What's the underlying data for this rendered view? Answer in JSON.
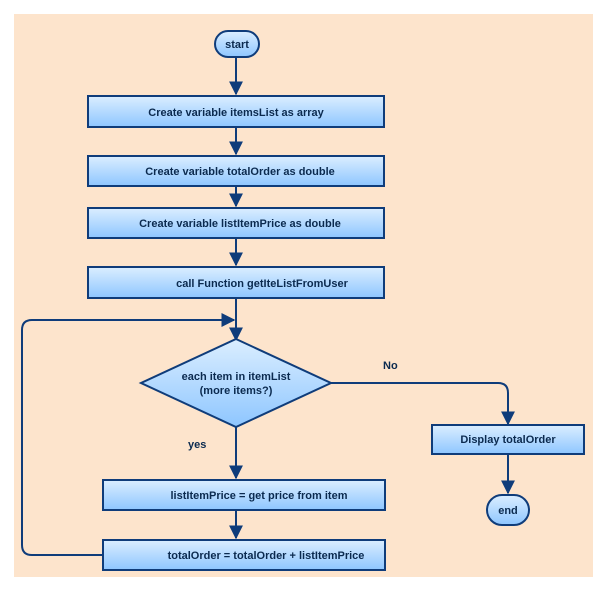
{
  "colors": {
    "canvas": "#fde4cc",
    "page": "#ffffff",
    "node_fill_top": "#dbeeff",
    "node_fill_bottom": "#8ec6ff",
    "node_stroke": "#0f3c7a",
    "edge": "#0f3c7a",
    "text": "#0b2a4f"
  },
  "flowchart": {
    "nodes": {
      "start": {
        "shape": "rounded-terminal",
        "label": "start"
      },
      "create_items_list": {
        "shape": "process",
        "label": "Create variable itemsList as array"
      },
      "create_total_order": {
        "shape": "process",
        "label": "Create variable totalOrder as double"
      },
      "create_list_item_price": {
        "shape": "process",
        "label": "Create variable listItemPrice as double"
      },
      "call_function": {
        "shape": "process",
        "label": "call Function getIteListFromUser"
      },
      "decision": {
        "shape": "decision",
        "label_lines": [
          "each item in itemList",
          "(more items?)"
        ]
      },
      "get_price": {
        "shape": "process",
        "label": "listItemPrice = get price from item"
      },
      "update_total": {
        "shape": "process",
        "label": "totalOrder = totalOrder  + listItemPrice"
      },
      "display_total": {
        "shape": "process",
        "label": "Display totalOrder"
      },
      "end": {
        "shape": "rounded-terminal",
        "label": "end"
      }
    },
    "edges": [
      {
        "from": "start",
        "to": "create_items_list"
      },
      {
        "from": "create_items_list",
        "to": "create_total_order"
      },
      {
        "from": "create_total_order",
        "to": "create_list_item_price"
      },
      {
        "from": "create_list_item_price",
        "to": "call_function"
      },
      {
        "from": "call_function",
        "to": "decision"
      },
      {
        "from": "decision",
        "to": "get_price",
        "label": "yes"
      },
      {
        "from": "decision",
        "to": "display_total",
        "label": "No"
      },
      {
        "from": "get_price",
        "to": "update_total"
      },
      {
        "from": "update_total",
        "to": "decision",
        "label": ""
      },
      {
        "from": "display_total",
        "to": "end"
      }
    ]
  }
}
